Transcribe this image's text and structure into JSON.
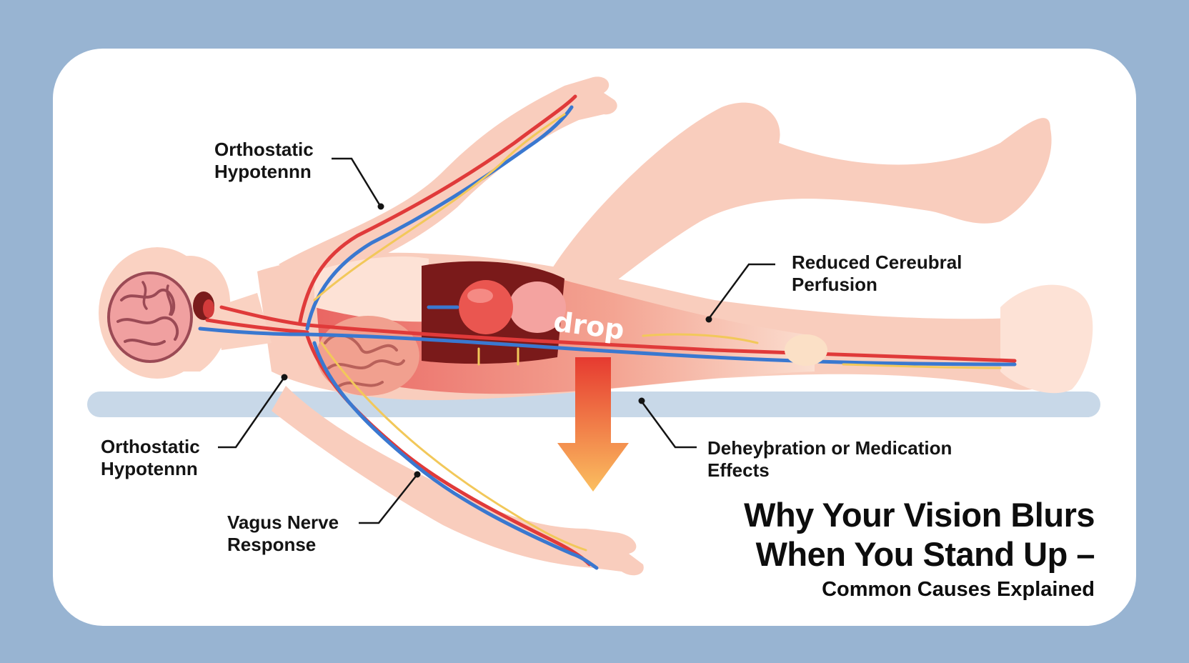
{
  "labels": {
    "orthostatic_top": [
      "Orthostatic",
      "Hypotennn"
    ],
    "reduced_perfusion": [
      "Reduced Cereubral",
      "Perfusion"
    ],
    "orthostatic_left": [
      "Orthostatic",
      "Hypotennn"
    ],
    "dehydration": [
      "Deheyþration or Medication",
      "Effects"
    ],
    "vagus": [
      "Vagus Nerve",
      "Response"
    ]
  },
  "drop_text": "drop",
  "title": {
    "line1": "Why Your Vision Blurs",
    "line2": "When You Stand Up –",
    "subtitle": "Common Causes Explained"
  },
  "colors": {
    "background": "#98b4d2",
    "card": "#ffffff",
    "skin": "#f8c9b8",
    "skin_light": "#fde2d6",
    "artery": "#e03a3a",
    "vein": "#3a78d0",
    "nerve": "#f2c85a",
    "brain": "#f0a0a0",
    "bed": "#c8d8e8",
    "arrow_top": "#e63a30",
    "arrow_bottom": "#fbbf60"
  }
}
